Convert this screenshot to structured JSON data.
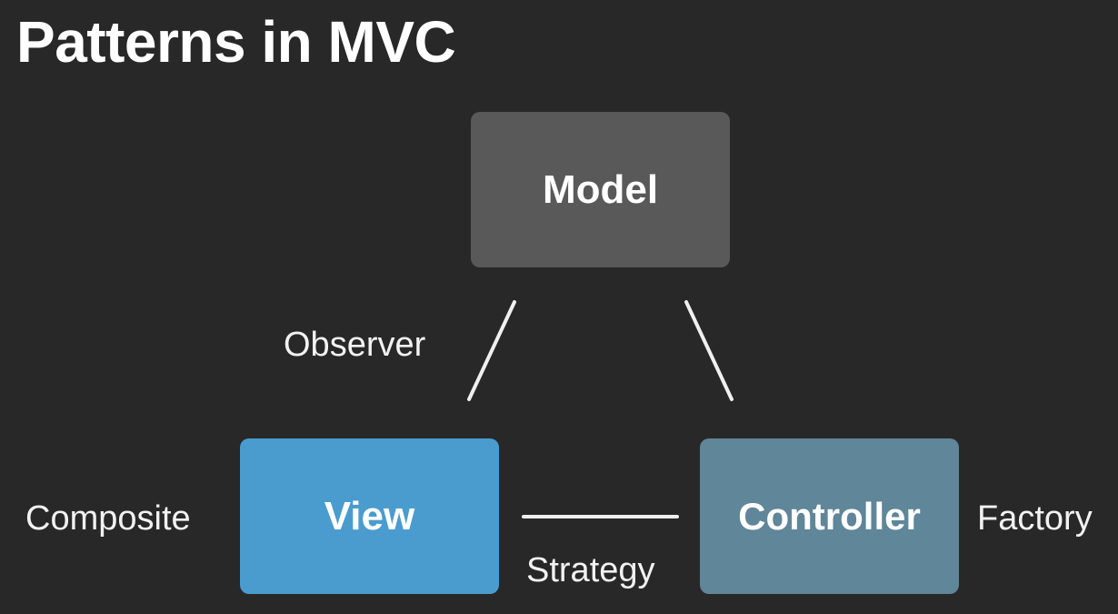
{
  "slide": {
    "title": "Patterns in MVC"
  },
  "nodes": {
    "model": {
      "label": "Model",
      "color": "#595959"
    },
    "view": {
      "label": "View",
      "color": "#4a9ccf"
    },
    "controller": {
      "label": "Controller",
      "color": "#5f8699"
    }
  },
  "edge_labels": {
    "observer": "Observer",
    "strategy": "Strategy"
  },
  "side_labels": {
    "composite": "Composite",
    "factory": "Factory"
  },
  "colors": {
    "background": "#282828",
    "text": "#ffffff",
    "connector": "#f0f0f0"
  }
}
